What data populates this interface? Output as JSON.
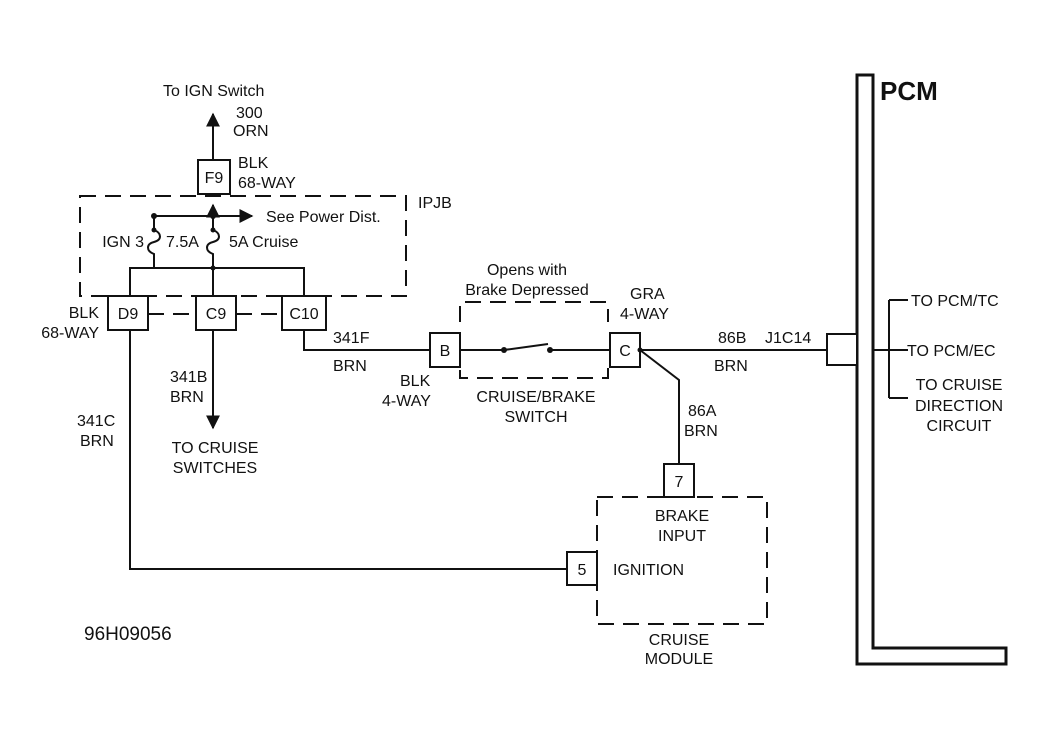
{
  "labels": {
    "to_ign_switch": "To IGN Switch",
    "circuit_300": "300",
    "orn": "ORN",
    "blk_f9": "BLK",
    "way68_f9": "68-WAY",
    "ipjb": "IPJB",
    "see_power": "See Power Dist.",
    "ign3": "IGN 3",
    "fuse_75a": "7.5A",
    "fuse_5a": "5A Cruise",
    "blk_left": "BLK",
    "way68_left": "68-WAY",
    "c341f": "341F",
    "brn_341f": "BRN",
    "c341b": "341B",
    "brn_341b": "BRN",
    "to_cruise_sw_1": "TO CRUISE",
    "to_cruise_sw_2": "SWITCHES",
    "c341c": "341C",
    "brn_341c": "BRN",
    "opens_with": "Opens with",
    "brake_depressed": "Brake Depressed",
    "blk_b": "BLK",
    "way4_b": "4-WAY",
    "switch_name_1": "CRUISE/BRAKE",
    "switch_name_2": "SWITCH",
    "gra": "GRA",
    "way4_c": "4-WAY",
    "c86b": "86B",
    "brn_86b": "BRN",
    "j1c14": "J1C14",
    "c86a": "86A",
    "brn_86a": "BRN",
    "brake_input_1": "BRAKE",
    "brake_input_2": "INPUT",
    "ignition": "IGNITION",
    "cruise_module_1": "CRUISE",
    "cruise_module_2": "MODULE",
    "pcm": "PCM",
    "to_pcm_tc": "TO PCM/TC",
    "to_pcm_ec": "TO PCM/EC",
    "to_cruise_dir_1": "TO CRUISE",
    "to_cruise_dir_2": "DIRECTION",
    "to_cruise_dir_3": "CIRCUIT",
    "figure_id": "96H09056"
  },
  "connectors": {
    "f9": "F9",
    "d9": "D9",
    "c9": "C9",
    "c10": "C10",
    "b": "B",
    "c": "C",
    "pin7": "7",
    "pin5": "5"
  }
}
